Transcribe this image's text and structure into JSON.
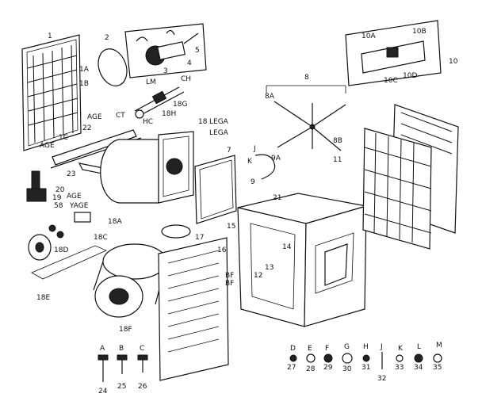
{
  "labels": {
    "n1": "1",
    "n2": "2",
    "n3": "3",
    "n4": "4",
    "n5": "5",
    "n1a": "1A",
    "n1b": "1B",
    "n1c": "1C",
    "age_1": "AGE",
    "age_2": "AGE",
    "n22": "22",
    "n23": "23",
    "lm": "LM",
    "ch": "CH",
    "n18g": "18G",
    "n18h": "18H",
    "hc": "HC",
    "ct": "CT",
    "n18": "18",
    "lega_1": "LEGA",
    "lega_2": "LEGA",
    "n7": "7",
    "n8": "8",
    "n8a": "8A",
    "n8b": "8B",
    "j": "J",
    "k": "K",
    "n9": "9",
    "n9a": "9A",
    "n11": "11",
    "n21": "21",
    "n15": "15",
    "n14": "14",
    "n13": "13",
    "n12": "12",
    "n10": "10",
    "n10a": "10A",
    "n10b": "10B",
    "n10c": "10C",
    "n10d": "10D",
    "n20": "20",
    "n19": "19",
    "age_3": "AGE",
    "yage": "YAGE",
    "n58": "58",
    "n18a": "18A",
    "n18c": "18C",
    "n18d": "18D",
    "n18e": "18E",
    "n18f": "18F",
    "n17": "17",
    "n16": "16",
    "bf_1": "BF",
    "bf_2": "BF"
  },
  "hardware": [
    {
      "letter": "A",
      "number": "24"
    },
    {
      "letter": "B",
      "number": "25"
    },
    {
      "letter": "C",
      "number": "26"
    },
    {
      "letter": "D",
      "number": "27"
    },
    {
      "letter": "E",
      "number": "28"
    },
    {
      "letter": "F",
      "number": "29"
    },
    {
      "letter": "G",
      "number": "30"
    },
    {
      "letter": "H",
      "number": "31"
    },
    {
      "letter": "J",
      "number": "32"
    },
    {
      "letter": "K",
      "number": "33"
    },
    {
      "letter": "L",
      "number": "34"
    },
    {
      "letter": "M",
      "number": "35"
    }
  ]
}
